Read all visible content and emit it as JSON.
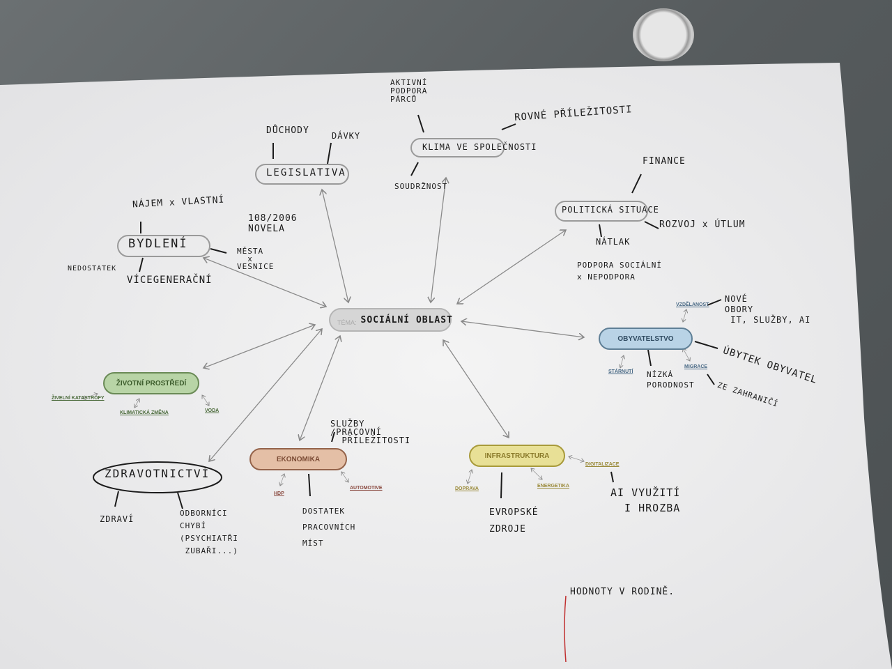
{
  "center": {
    "label": "TÉMA:",
    "value": "SOCIÁLNÍ OBLAST"
  },
  "printed_nodes": {
    "obyvatelstvo": {
      "title": "OBYVATELSTVO",
      "subs": [
        "VZDĚLANOST",
        "STÁRNUTÍ",
        "MIGRACE"
      ]
    },
    "zivotni": {
      "title": "ŽIVOTNÍ PROSTŘEDÍ",
      "subs": [
        "ŽIVELNÍ KATASTROFY",
        "KLIMATICKÁ ZMĚNA",
        "VODA"
      ]
    },
    "ekonomika": {
      "title": "EKONOMIKA",
      "subs": [
        "HDP",
        "AUTOMOTIVE"
      ]
    },
    "infrastruktura": {
      "title": "INFRASTRUKTURA",
      "subs": [
        "DOPRAVA",
        "ENERGETIKA",
        "DIGITALIZACE"
      ]
    }
  },
  "handwritten": {
    "legislativa": "LEGISLATIVA",
    "duchody": "DŮCHODY",
    "davky": "DÁVKY",
    "novela": "108/2006\nNOVELA",
    "klima": "KLIMA VE SPOLEČNOSTI",
    "aktivni": "AKTIVNÍ\nPODPORA\nPÁRCŮ",
    "rovne": "ROVNÉ PŘÍLEŽITOSTI",
    "soudrznost": "SOUDRŽNOST",
    "bydleni": "BYDLENÍ",
    "najem": "NÁJEM x VLASTNÍ",
    "nedostatek": "NEDOSTATEK",
    "vicegeneracni": "VÍCEGENERAČNÍ",
    "mesta": "MĚSTA\n  x\nVESNICE",
    "politicka": "POLITICKÁ SITUACE",
    "finance": "FINANCE",
    "rozvoj": "ROZVOJ x ÚTLUM",
    "natlak": "NÁTLAK",
    "podpora": "PODPORA SOCIÁLNÍ\nx NEPODPORA",
    "nove_obory": "NOVÉ\nOBORY\n IT, SLUŽBY, AI",
    "ubytek": "ÚBYTEK OBYVATEL",
    "porodnost": "NÍZKÁ\nPORODNOST",
    "zahranici": "ZE ZAHRANIČÍ",
    "zdravotnictvi": "ZDRAVOTNICTVÍ",
    "zdravi": "ZDRAVÍ",
    "odbornici": "ODBORNÍCI\nCHYBÍ\n(PSYCHIATŘI\n ZUBAŘI...)",
    "sluzby": "SLUŽBY\n/PRACOVNÍ\n  PŘÍLEŽITOSTI",
    "dostatek": "DOSTATEK\nPRACOVNÍCH\nMÍST",
    "evropske": "EVROPSKÉ\nZDROJE",
    "ai": "AI VYUŽITÍ\n  I HROZBA",
    "hodnoty": "HODNOTY V RODINĚ."
  },
  "colors": {
    "paper": "#ececec",
    "center": "#d6d6d6",
    "obyvatelstvo": "#b9d3e6",
    "zivotni": "#b8d4a6",
    "ekonomika": "#e4bfa6",
    "infrastruktura": "#e8e096"
  }
}
